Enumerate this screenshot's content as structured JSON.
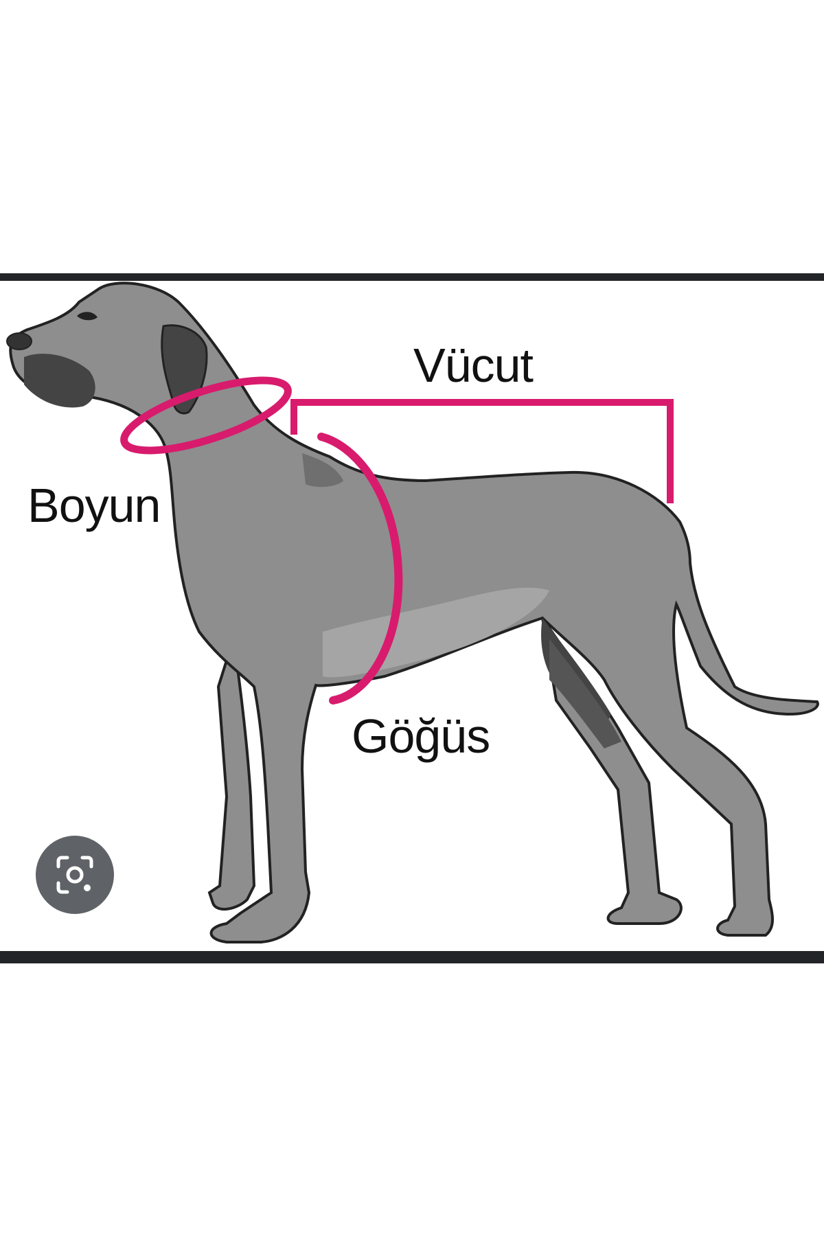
{
  "image": {
    "labels": {
      "body": "Vücut",
      "neck": "Boyun",
      "chest": "Göğüs"
    },
    "colors": {
      "accent": "#d81b6d",
      "dog_fill": "#8e8e8e",
      "dog_shadow": "#444444",
      "outline": "#222222",
      "frame_line": "#222427"
    }
  },
  "overlay": {
    "lens_button_icon": "lens-camera-icon"
  }
}
